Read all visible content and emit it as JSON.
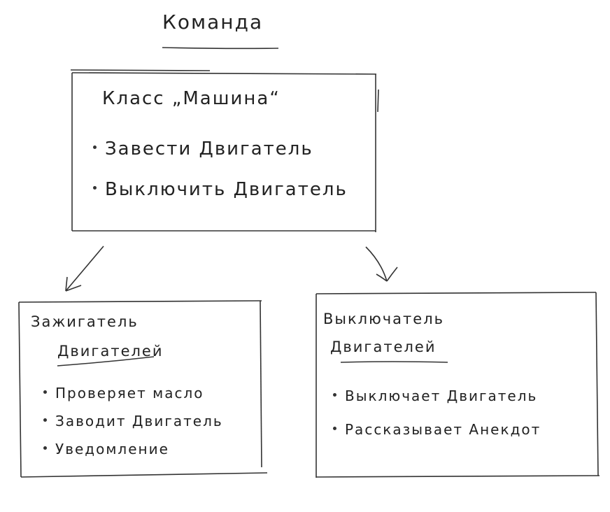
{
  "title": "Команда",
  "main_box": {
    "title": "Класс „Машина“",
    "items": [
      "Завести Двигатель",
      "Выключить Двигатель"
    ]
  },
  "left_box": {
    "title_line1": "Зажигатель",
    "title_line2": "Двигателей",
    "items": [
      "Проверяет масло",
      "Заводит Двигатель",
      "Уведомление"
    ]
  },
  "right_box": {
    "title_line1": "Выключатель",
    "title_line2": "Двигателей",
    "items": [
      "Выключает Двигатель",
      "Рассказывает Анекдот"
    ]
  }
}
